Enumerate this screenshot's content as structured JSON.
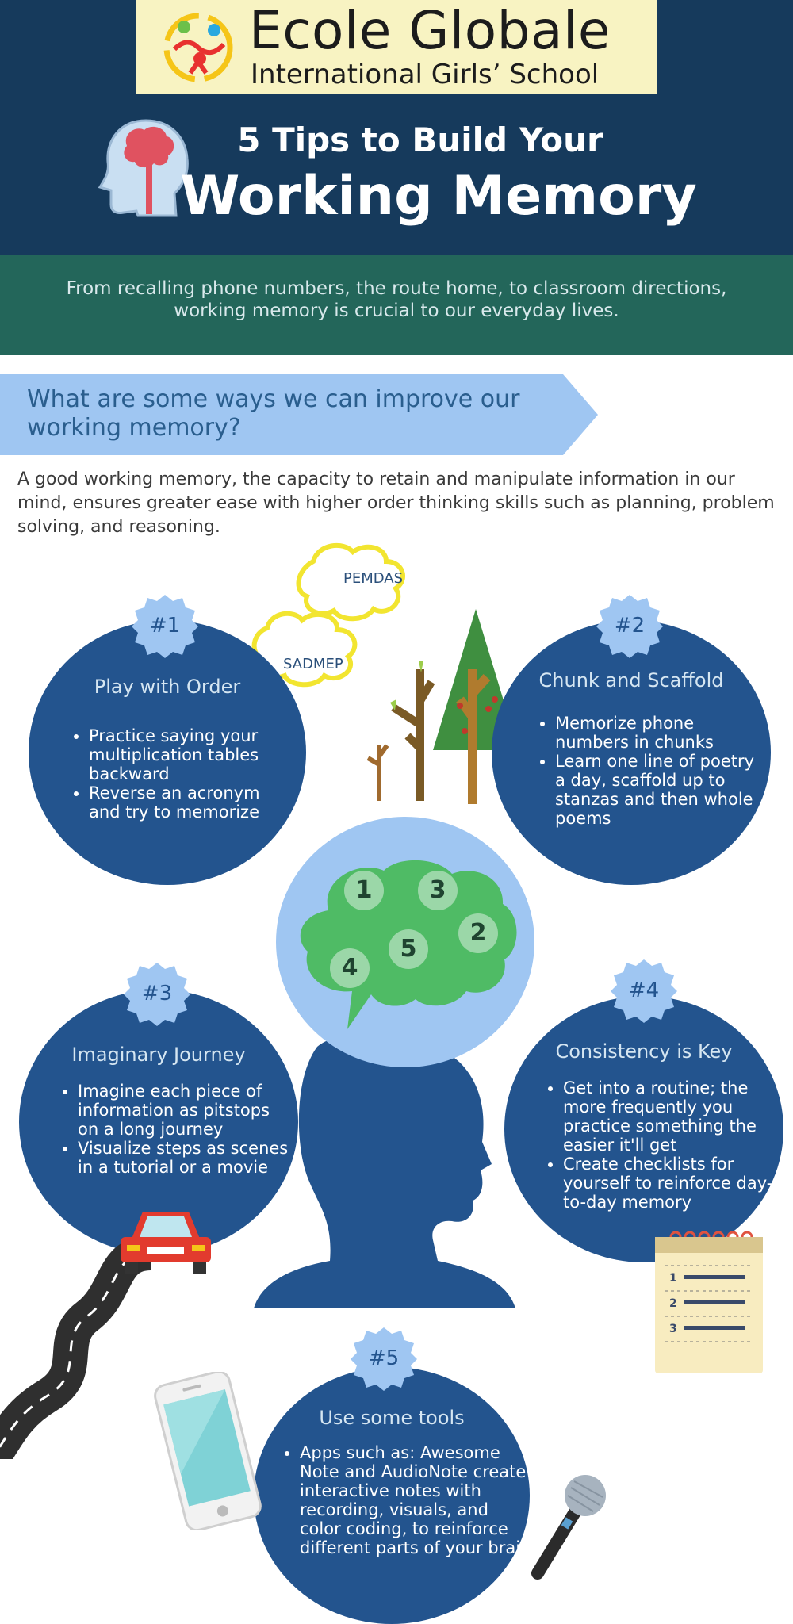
{
  "header": {
    "logo_title": "Ecole Globale",
    "logo_subtitle": "International Girls’ School",
    "title_line1": "5 Tips to Build Your",
    "title_line2": "Working Memory"
  },
  "banner": {
    "text": "From recalling phone numbers, the route home, to classroom directions, working memory is crucial to our everyday lives."
  },
  "section": {
    "title": "What are some ways we can improve our working memory?",
    "intro": "A good working memory, the capacity to retain and manipulate information in our mind, ensures greater ease with higher order thinking skills such as planning, problem solving, and reasoning."
  },
  "clouds": {
    "top": "PEMDAS",
    "bottom": "SADMEP"
  },
  "tips": [
    {
      "badge": "#1",
      "title": "Play with Order",
      "items": [
        "Practice saying your multiplication tables backward",
        "Reverse an acronym and try to memorize"
      ]
    },
    {
      "badge": "#2",
      "title": "Chunk and Scaffold",
      "items": [
        "Memorize phone numbers in chunks",
        "Learn one line of poetry a day, scaffold up to stanzas and then whole poems"
      ]
    },
    {
      "badge": "#3",
      "title": "Imaginary Journey",
      "items": [
        "Imagine each piece of information as pitstops on a long journey",
        "Visualize steps as scenes in a tutorial or a movie"
      ]
    },
    {
      "badge": "#4",
      "title": "Consistency is Key",
      "items": [
        "Get into a routine; the more frequently you practice something the easier it'll get",
        "Create checklists for yourself to reinforce day-to-day memory"
      ]
    },
    {
      "badge": "#5",
      "title": "Use some tools",
      "items": [
        "Apps such as: Awesome Note and AudioNote create interactive notes with recording, visuals, and color coding, to reinforce different parts of your brain"
      ]
    }
  ],
  "brain_numbers": [
    "1",
    "3",
    "2",
    "5",
    "4"
  ],
  "checklist": [
    "1",
    "2",
    "3"
  ],
  "colors": {
    "header": "#163a5c",
    "banner": "#23665a",
    "circle": "#23548e",
    "badge": "#9fc6f2",
    "brain": "#4fbb65"
  }
}
